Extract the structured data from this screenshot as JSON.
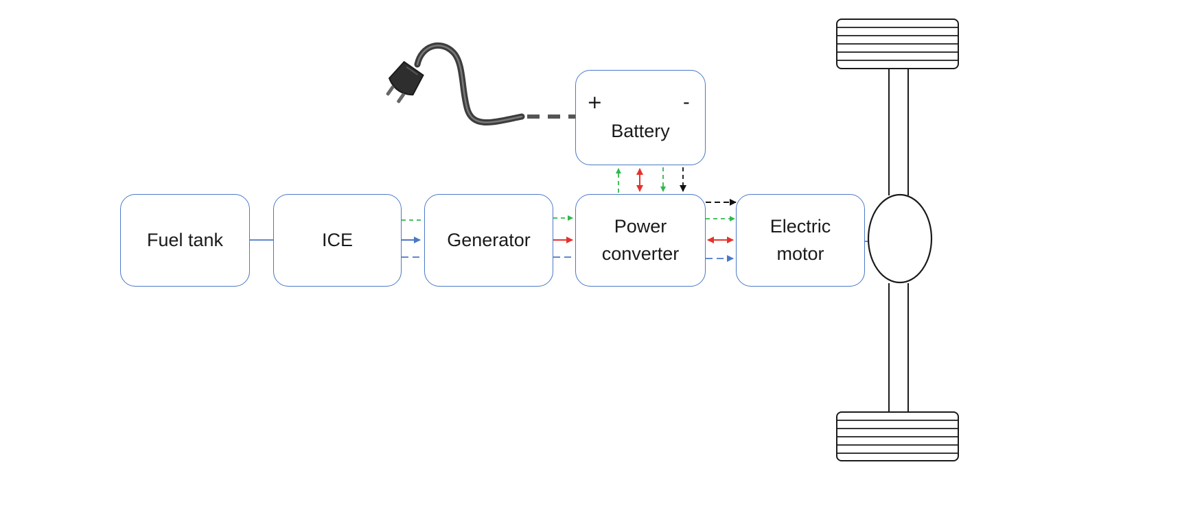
{
  "blocks": {
    "fuel_tank": "Fuel tank",
    "ice": "ICE",
    "generator": "Generator",
    "power_converter": {
      "line1": "Power",
      "line2": "converter"
    },
    "electric_motor": {
      "line1": "Electric",
      "line2": "motor"
    },
    "battery": "Battery"
  },
  "battery_terminals": {
    "positive": "+",
    "negative": "-"
  },
  "colors": {
    "block_border": "#4a78c6",
    "flow_green": "#2fb84d",
    "flow_red": "#e5322d",
    "flow_blue": "#4a78c6",
    "flow_black": "#111111"
  },
  "icons": [
    "power-plug-icon",
    "wheel-axle-icon"
  ]
}
